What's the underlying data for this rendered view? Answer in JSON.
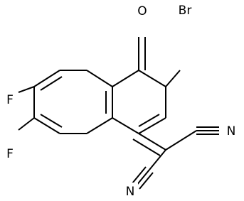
{
  "structure": {
    "atoms": {
      "oxygen": "O",
      "bromine": "Br",
      "fluorine_upper": "F",
      "fluorine_lower": "F",
      "nitrile_nitrogen_right": "N",
      "nitrile_nitrogen_lower": "N"
    }
  }
}
